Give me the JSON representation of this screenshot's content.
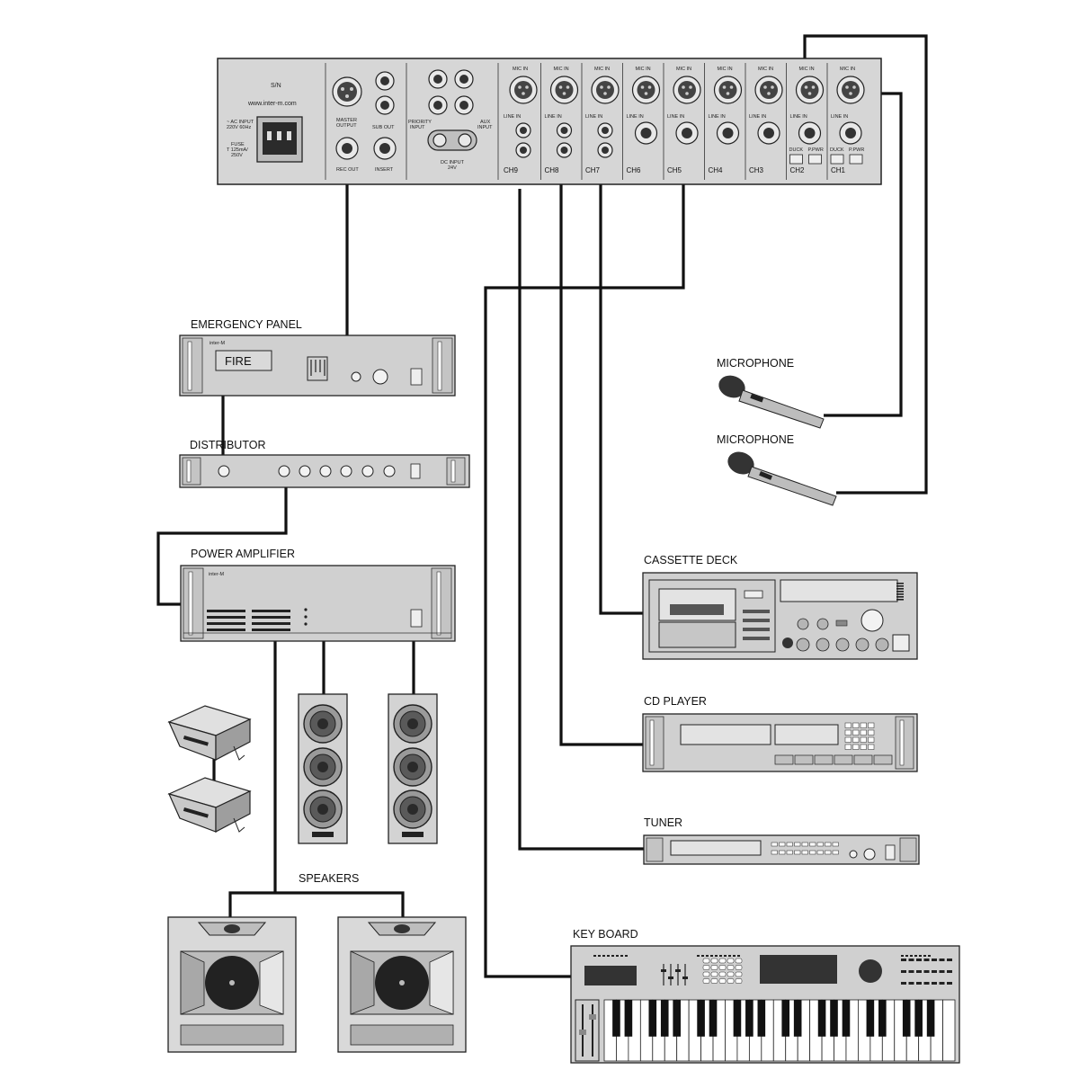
{
  "mixer": {
    "brand_logo": "S/N",
    "website": "www.inter-m.com",
    "ac_input_1": "~ AC INPUT",
    "ac_input_2": "220V 60Hz",
    "fuse_1": "FUSE",
    "fuse_2": "T 125mA/",
    "fuse_3": "250V",
    "master_output_1": "MASTER",
    "master_output_2": "OUTPUT",
    "rec_out": "REC OUT",
    "sub_out": "SUB OUT",
    "insert": "INSERT",
    "priority_input_1": "PRIORITY",
    "priority_input_2": "INPUT",
    "aux_input_1": "AUX",
    "aux_input_2": "INPUT",
    "dc_input_1": "DC INPUT",
    "dc_input_2": "24V",
    "mic_in": "MIC IN",
    "line_in": "LINE IN",
    "duck": "DUCK",
    "p_pwr": "P.PWR",
    "channels": [
      "CH9",
      "CH8",
      "CH7",
      "CH6",
      "CH5",
      "CH4",
      "CH3",
      "CH2",
      "CH1"
    ]
  },
  "devices": {
    "emergency_panel": "EMERGENCY PANEL",
    "fire_label": "FIRE",
    "distributor": "DISTRIBUTOR",
    "power_amplifier": "POWER AMPLIFIER",
    "speakers": "SPEAKERS",
    "microphone_1": "MICROPHONE",
    "microphone_2": "MICROPHONE",
    "cassette_deck": "CASSETTE DECK",
    "cd_player": "CD PLAYER",
    "tuner": "TUNER",
    "keyboard": "KEY BOARD",
    "rack_brand": "inter-M"
  }
}
